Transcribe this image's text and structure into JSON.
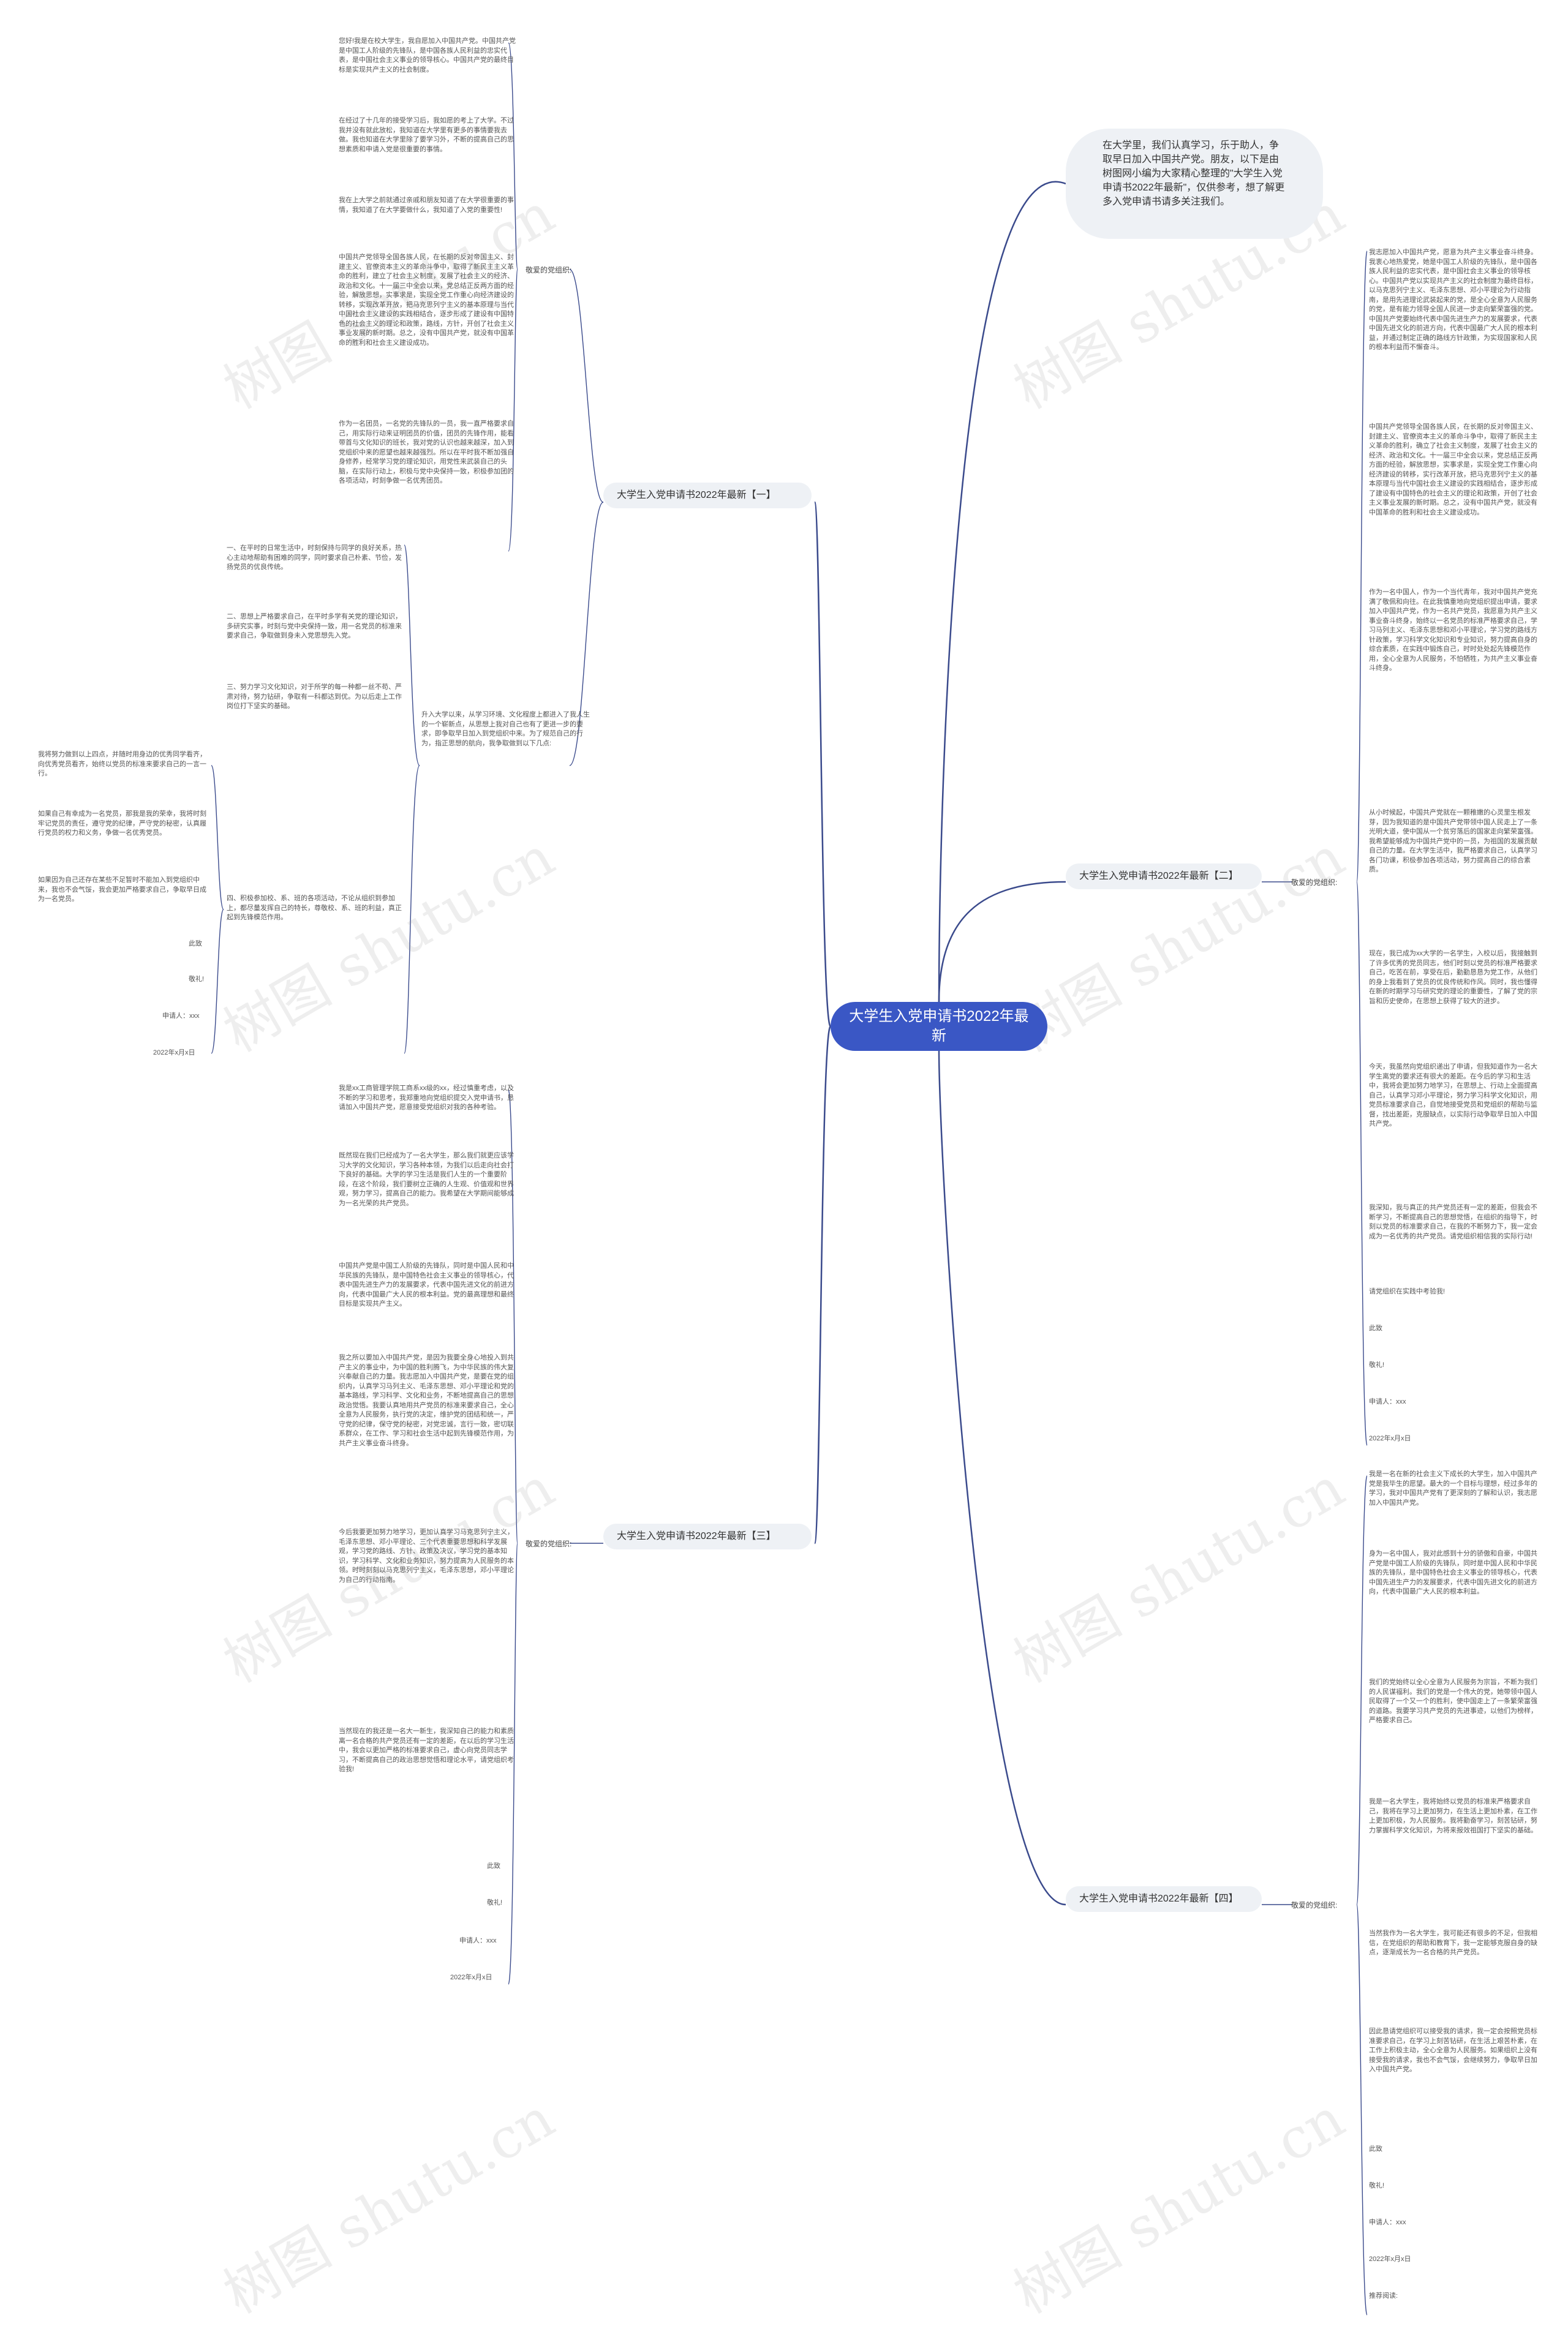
{
  "center": "大学生入党申请书2022年最新",
  "intro": "在大学里，我们认真学习，乐于助人，争取早日加入中国共产党。朋友，以下是由树图网小编为大家精心整理的\"大学生入党申请书2022年最新\"，仅供参考，想了解更多入党申请书请多关注我们。",
  "watermark": "树图 shutu.cn",
  "branch1": {
    "title": "大学生入党申请书2022年最新【一】",
    "greeting": "敬爱的党组织:",
    "paragraphs": [
      "您好!我是在校大学生，我自愿加入中国共产党。中国共产党是中国工人阶级的先锋队，是中国各族人民利益的忠实代表，是中国社会主义事业的领导核心。中国共产党的最终目标是实现共产主义的社会制度。",
      "在经过了十几年的接受学习后，我如愿的考上了大学。不过我并没有就此放松，我知道在大学里有更多的事情要我去做。我也知道在大学里除了要学习外，不断的提高自己的思想素质和申请入党是很重要的事情。",
      "我在上大学之前就通过亲戚和朋友知道了在大学很重要的事情，我知道了在大学要做什么，我知道了入党的重要性!",
      "中国共产党领导全国各族人民，在长期的反对帝国主义、封建主义、官僚资本主义的革命斗争中，取得了新民主主义革命的胜利，建立了社会主义制度，发展了社会主义的经济、政治和文化。十一届三中全会以来，党总结正反两方面的经验，解放思想，实事求是，实现全党工作重心向经济建设的转移，实现改革开放，把马克思列宁主义的基本原理与当代中国社会主义建设的实践相结合，逐步形成了建设有中国特色的社会主义的理论和政策，路线，方针，开创了社会主义事业发展的新时期。总之，没有中国共产党，就没有中国革命的胜利和社会主义建设成功。",
      "作为一名团员，一名党的先锋队的一员，我一直严格要求自己，用实际行动来证明团员的价值，团员的先锋作用，能看带首与文化知识的班长，我对党的认识也越来越深，加入到党组织中来的愿望也越来越强烈。所以在平时我不断加强自身修养，经常学习党的理论知识，用党性来武装自己的头脑，在实际行动上，积极与党中央保持一致，积极参加团的各项活动，时刻争做一名优秀团员。"
    ],
    "sub_intro": "升入大学以来，从学习环境、文化程度上都进入了我人生的一个崭新点，从思想上我对自己也有了更进一步的要求，即争取早日加入到党组织中来。为了规范自己的行为，指正思想的航向，我争取做到以下几点:",
    "points": [
      "一、在平时的日常生活中，时刻保持与同学的良好关系，热心主动地帮助有困难的同学，同时要求自己朴素、节俭，发扬党员的优良传统。",
      "二、思想上严格要求自己，在平时多学有关党的理论知识，多研究实事，时刻与党中央保持一致，用一名党员的标准来要求自己，争取做到身未入党思想先入党。",
      "三、努力学习文化知识，对于所学的每一种都一丝不苟、严肃对待，努力钻研，争取有一科都达到优。为以后走上工作岗位打下坚实的基础。",
      "四、积极参加校、系、班的各项活动，不论从组织到参加上，都尽量发挥自己的特长，尊敬校、系、班的利益，真正起到先锋模范作用。"
    ],
    "side_notes": [
      "我将努力做到以上四点，并随时用身边的优秀同学看齐，向优秀党员看齐，始终以党员的标准来要求自己的一言一行。",
      "如果自己有幸成为一名党员，那我是我的荣幸，我将时刻牢记党员的责任，遵守党的纪律，严守党的秘密，认真履行党员的权力和义务，争做一名优秀党员。",
      "如果因为自己还存在某些不足暂时不能加入到党组织中来，我也不会气馁，我会更加严格要求自己，争取早日成为一名党员。"
    ],
    "closing": [
      "此致",
      "敬礼!",
      "申请人：xxx",
      "2022年x月x日"
    ]
  },
  "branch2": {
    "title": "大学生入党申请书2022年最新【二】",
    "greeting": "敬爱的党组织:",
    "paragraphs": [
      "我志愿加入中国共产党，愿意为共产主义事业奋斗终身。我衷心地热爱党，她是中国工人阶级的先锋队，是中国各族人民利益的忠实代表，是中国社会主义事业的领导核心。中国共产党以实现共产主义的社会制度为最终目标，以马克思列宁主义、毛泽东思想、邓小平理论为行动指南，是用先进理论武装起来的党，是全心全意为人民服务的党，是有能力领导全国人民进一步走向繁荣富强的党。中国共产党要始终代表中国先进生产力的发展要求，代表中国先进文化的前进方向，代表中国最广大人民的根本利益，并通过制定正确的路线方针政策，为实现国家和人民的根本利益而不懈奋斗。",
      "中国共产党领导全国各族人民，在长期的反对帝国主义、封建主义、官僚资本主义的革命斗争中，取得了新民主主义革命的胜利，确立了社会主义制度，发展了社会主义的经济、政治和文化。十一届三中全会以来，党总结正反两方面的经验，解放思想，实事求是，实现全党工作重心向经济建设的转移，实行改革开放，把马克思列宁主义的基本原理与当代中国社会主义建设的实践相结合，逐步形成了建设有中国特色的社会主义的理论和政策，开创了社会主义事业发展的新时期。总之，没有中国共产党，就没有中国革命的胜利和社会主义建设成功。",
      "作为一名中国人，作为一个当代青年，我对中国共产党充满了敬佩和向往。在此我慎重地向党组织提出申请，要求加入中国共产党，作为一名共产党员，我愿意为共产主义事业奋斗终身，始终以一名党员的标准严格要求自己，学习马列主义、毛泽东思想和邓小平理论，学习党的路线方针政策，学习科学文化知识和专业知识，努力提高自身的综合素质，在实践中锻炼自己，时时处处起先锋模范作用，全心全意为人民服务，不怕牺牲，为共产主义事业奋斗终身。",
      "从小时候起，中国共产党就在一颗稚嫩的心灵里生根发芽，因为我知道的是中国共产党带领中国人民走上了一条光明大道，使中国从一个贫穷落后的国家走向繁荣富强。我希望能够成为中国共产党中的一员，为祖国的发展贡献自己的力量。在大学生活中，我严格要求自己，认真学习各门功课，积极参加各项活动，努力提高自己的综合素质。",
      "现在，我已成为xx大学的一名学生，入校以后，我接触到了许多优秀的党员同志，他们时刻以党员的标准严格要求自己，吃苦在前，享受在后，勤勤恳恳为党工作，从他们的身上我看到了党员的优良传统和作风。同时，我也懂得在新的时期学习与研究党的理论的重要性，了解了党的宗旨和历史使命，在思想上获得了较大的进步。",
      "今天，我虽然向党组织递出了申请，但我知道作为一名大学生离党的要求还有很大的差距。在今后的学习和生活中，我将会更加努力地学习，在思想上、行动上全面提高自己，认真学习邓小平理论，努力学习科学文化知识，用党员标准要求自己，自觉地接受党员和党组织的帮助与监督，找出差距，克服缺点，以实际行动争取早日加入中国共产党。",
      "我深知，我与真正的共产党员还有一定的差距，但我会不断学习，不断提高自己的思想觉悟，在组织的指导下，时刻以党员的标准要求自己，在我的不断努力下，我一定会成为一名优秀的共产党员。请党组织相信我的实际行动!",
      "请党组织在实践中考验我!"
    ],
    "closing": [
      "此致",
      "敬礼!",
      "申请人：xxx",
      "2022年x月x日"
    ]
  },
  "branch3": {
    "title": "大学生入党申请书2022年最新【三】",
    "greeting": "敬爱的党组织:",
    "paragraphs": [
      "我是xx工商管理学院工商系xx级的xx，经过慎重考虑，以及不断的学习和思考，我郑重地向党组织提交入党申请书，恳请加入中国共产党，愿意接受党组织对我的各种考验。",
      "既然现在我们已经成为了一名大学生，那么我们就更应该学习大学的文化知识，学习各种本领，为我们以后走向社会打下良好的基础。大学的学习生活是我们人生的一个重要阶段，在这个阶段，我们要树立正确的人生观、价值观和世界观，努力学习，提高自己的能力。我希望在大学期间能够成为一名光荣的共产党员。",
      "中国共产党是中国工人阶级的先锋队，同时是中国人民和中华民族的先锋队，是中国特色社会主义事业的领导核心，代表中国先进生产力的发展要求，代表中国先进文化的前进方向，代表中国最广大人民的根本利益。党的最高理想和最终目标是实现共产主义。",
      "我之所以要加入中国共产党，是因为我要全身心地投入到共产主义的事业中，为中国的胜利腾飞，为中华民族的伟大复兴奉献自己的力量。我志愿加入中国共产党，是要在党的组织内，认真学习马列主义、毛泽东思想、邓小平理论和党的基本路线，学习科学、文化和业务，不断地提高自己的思想政治觉悟。我要认真地用共产党员的标准来要求自己，全心全意为人民服务，执行党的决定，维护党的团结和统一，严守党的纪律，保守党的秘密，对党忠诚，言行一致，密切联系群众，在工作、学习和社会生活中起到先锋模范作用，为共产主义事业奋斗终身。",
      "今后我要更加努力地学习，更加认真学习马克思列宁主义，毛泽东思想、邓小平理论、三个代表重要思想和科学发展观，学习党的路线、方针、政策及决议，学习党的基本知识，学习科学、文化和业务知识，努力提高为人民服务的本领。时时刻刻以马克思列宁主义，毛泽东思想，邓小平理论为自己的行动指南。",
      "当然现在的我还是一名大一新生，我深知自己的能力和素质离一名合格的共产党员还有一定的差距，在以后的学习生活中，我会以更加严格的标准要求自己，虚心向党员同志学习，不断提高自己的政治思想觉悟和理论水平，请党组织考验我!"
    ],
    "closing": [
      "此致",
      "敬礼!",
      "申请人：xxx",
      "2022年x月x日"
    ]
  },
  "branch4": {
    "title": "大学生入党申请书2022年最新【四】",
    "greeting": "敬爱的党组织:",
    "paragraphs": [
      "我是一名在新的社会主义下成长的大学生，加入中国共产党是我毕生的愿望。最大的一个目标与理想，经过多年的学习，我对中国共产党有了更深刻的了解和认识，我志愿加入中国共产党。",
      "身为一名中国人，我对此感到十分的骄傲和自豪，中国共产党是中国工人阶级的先锋队，同时是中国人民和中华民族的先锋队，是中国特色社会主义事业的领导核心，代表中国先进生产力的发展要求，代表中国先进文化的前进方向，代表中国最广大人民的根本利益。",
      "我们的党始终以全心全意为人民服务为宗旨，不断为我们的人民谋福利。我们的党是一个伟大的党，她带领中国人民取得了一个又一个的胜利，使中国走上了一条繁荣富强的道路。我要学习共产党员的先进事迹，以他们为榜样，严格要求自己。",
      "我是一名大学生，我将始终以党员的标准来严格要求自己，我将在学习上更加努力，在生活上更加朴素，在工作上更加积极，为人民服务。我将勤奋学习，刻苦钻研，努力掌握科学文化知识，为将来报效祖国打下坚实的基础。",
      "当然我作为一名大学生，我可能还有很多的不足，但我相信，在党组织的帮助和教育下，我一定能够克服自身的缺点，逐渐成长为一名合格的共产党员。",
      "因此恳请党组织可以接受我的请求，我一定会按照党员标准要求自己，在学习上刻苦钻研，在生活上艰苦朴素，在工作上积极主动，全心全意为人民服务。如果组织上没有接受我的请求，我也不会气馁，会继续努力，争取早日加入中国共产党。"
    ],
    "closing": [
      "此致",
      "敬礼!",
      "申请人：xxx",
      "2022年x月x日",
      "推荐阅读:"
    ]
  }
}
